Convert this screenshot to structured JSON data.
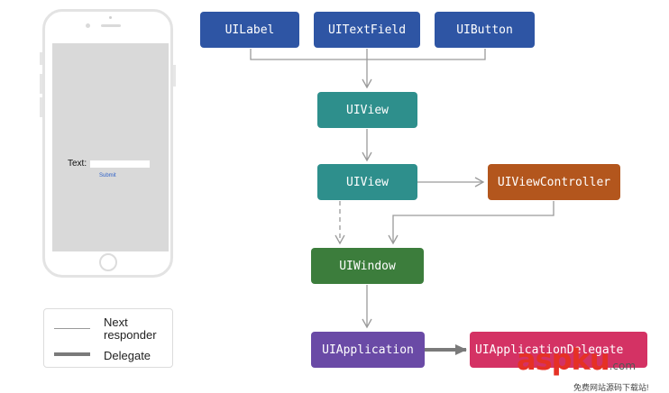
{
  "phone": {
    "text_label": "Text:",
    "submit_label": "Submit"
  },
  "legend": {
    "next_responder": "Next responder",
    "delegate": "Delegate"
  },
  "nodes": {
    "uilabel": "UILabel",
    "uitextfield": "UITextField",
    "uibutton": "UIButton",
    "uiview_top": "UIView",
    "uiview_mid": "UIView",
    "uiviewcontroller": "UIViewController",
    "uiwindow": "UIWindow",
    "uiapplication": "UIApplication",
    "uiapplicationdelegate": "UIApplicationDelegate"
  },
  "colors": {
    "view_class": "#2e55a4",
    "uiview": "#2e8f8c",
    "controller": "#b3561d",
    "window": "#3c7d3c",
    "application": "#6a4aa6",
    "app_delegate": "#d43264",
    "arrow": "#9a9a9a"
  },
  "watermark": {
    "logo": "aspku",
    "suffix": ".com",
    "slogan": "免费网站源码下载站!"
  }
}
